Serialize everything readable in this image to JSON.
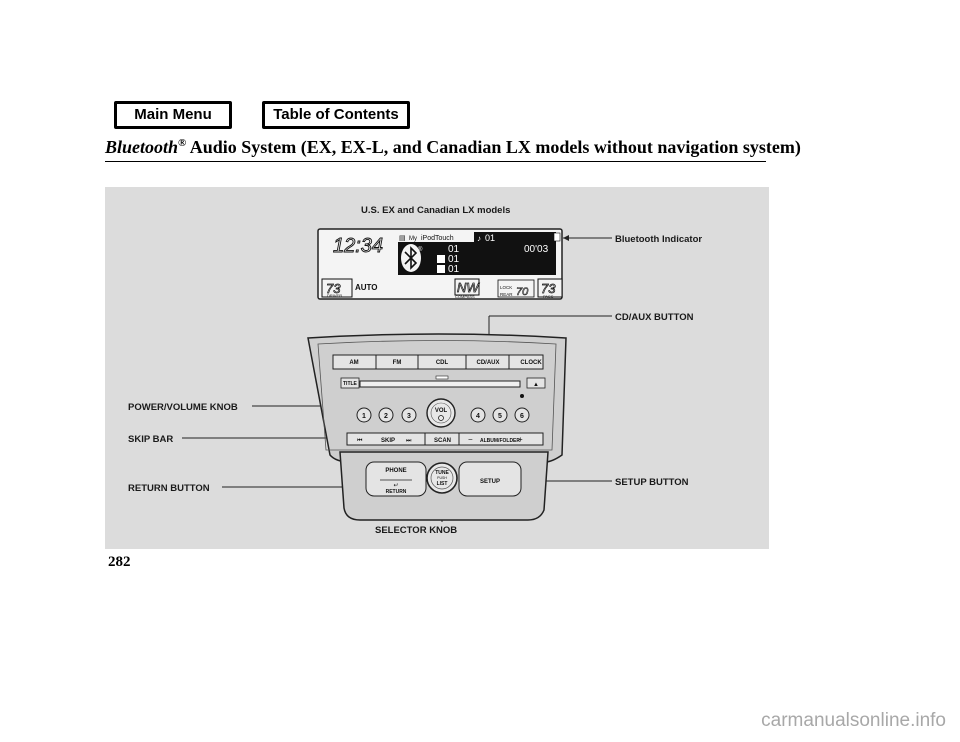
{
  "nav": {
    "main_menu": "Main Menu",
    "toc": "Table of Contents"
  },
  "header": {
    "brand": "Bluetooth",
    "reg": "®",
    "title": "Audio System (EX, EX-L, and Canadian LX models without navigation system)"
  },
  "page_number": "282",
  "figure": {
    "caption": "U.S. EX and Canadian LX models",
    "callouts": {
      "bt_indicator": "Bluetooth Indicator",
      "cdaux": "CD/AUX BUTTON",
      "power": "POWER/VOLUME KNOB",
      "skip": "SKIP BAR",
      "return": "RETURN BUTTON",
      "setup": "SETUP BUTTON",
      "selector": "SELECTOR KNOB"
    },
    "display": {
      "clock": "12:34",
      "source": "iPodTouch",
      "source_prefix": "My",
      "track_top": "01",
      "line1": "01",
      "time": "00'03",
      "line2": "01",
      "line3": "01",
      "auto": "AUTO",
      "temp_driver": "73",
      "temp_pass": "73",
      "driver": "DRIVER",
      "pass": "PASS",
      "compass_text": "NW",
      "compass": "COMPASS",
      "lock": "LOCK",
      "rear": "REAR",
      "rear_temp": "70"
    },
    "unit": {
      "am": "AM",
      "fm": "FM",
      "cdl": "CDL",
      "cdaux": "CD/AUX",
      "clock": "CLOCK",
      "title": "TITLE",
      "eject": "▲",
      "p1": "1",
      "p2": "2",
      "p3": "3",
      "p4": "4",
      "p5": "5",
      "p6": "6",
      "vol": "VOL",
      "skip": "SKIP",
      "scan": "SCAN",
      "album_folder": "ALBUM/FOLDER",
      "minus": "−",
      "plus": "+",
      "phone": "PHONE",
      "return": "RETURN",
      "tune": "TUNE",
      "push": "PUSH",
      "list": "LIST",
      "setup": "SETUP"
    }
  },
  "watermark": "carmanualsonline.info"
}
